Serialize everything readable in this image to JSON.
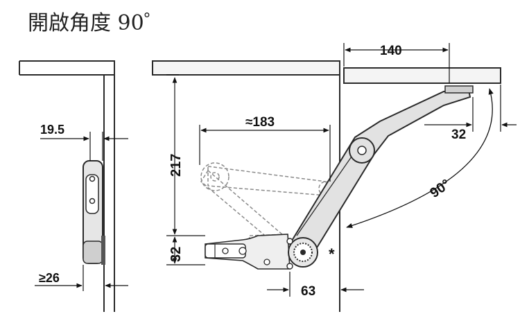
{
  "title": "開啟角度 90゜",
  "dimensions": {
    "panel_thickness": "19.5",
    "min_depth": "≥26",
    "height": "217",
    "reach": "≈183",
    "mount_height": "32",
    "offset": "63",
    "lid_width": "140",
    "pivot_offset": "32",
    "angle": "90°"
  },
  "marker": "*",
  "colors": {
    "line": "#2a2a2a",
    "part_fill": "#e6e6e6",
    "ghost": "#8a8a8a"
  }
}
